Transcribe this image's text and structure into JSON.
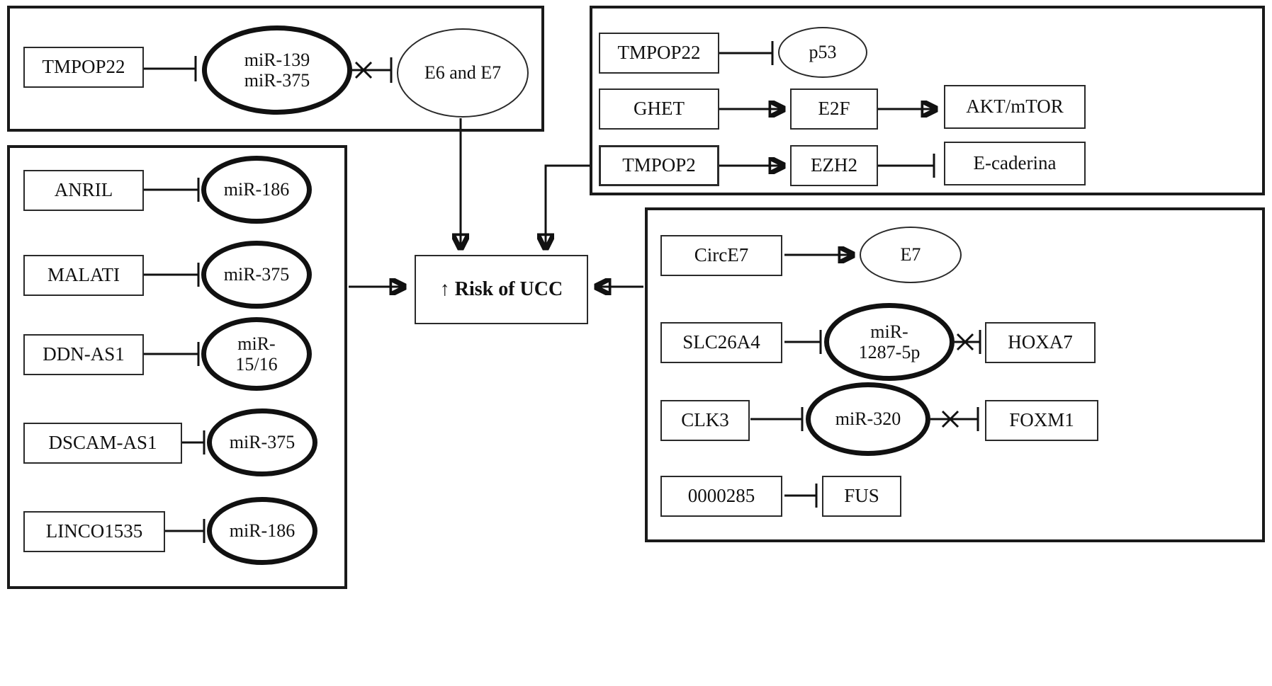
{
  "figure": {
    "ink_color": "#111111",
    "center_label": "↑ Risk of UCC",
    "top_left": {
      "source": "TMPOP22",
      "mirna": "miR-139\nmiR-375",
      "target": "E6 and E7"
    },
    "left": {
      "rows": [
        {
          "lnc": "ANRIL",
          "mir": "miR-186"
        },
        {
          "lnc": "MALATI",
          "mir": "miR-375"
        },
        {
          "lnc": "DDN-AS1",
          "mir": "miR-\n15/16"
        },
        {
          "lnc": "DSCAM-AS1",
          "mir": "miR-375"
        },
        {
          "lnc": "LINCO1535",
          "mir": "miR-186"
        }
      ]
    },
    "top_right": {
      "rows": [
        {
          "a": "TMPOP22",
          "b": "p53"
        },
        {
          "a": "GHET",
          "b": "E2F",
          "c": "AKT/mTOR"
        },
        {
          "a": "TMPOP2",
          "b": "EZH2",
          "c": "E-caderina"
        }
      ]
    },
    "bottom_right": {
      "rows": [
        {
          "a": "CircE7",
          "b": "E7"
        },
        {
          "a": "SLC26A4",
          "b": "miR-\n1287-5p",
          "c": "HOXA7"
        },
        {
          "a": "CLK3",
          "b": "miR-320",
          "c": "FOXM1"
        },
        {
          "a": "0000285",
          "b": "FUS"
        }
      ]
    }
  }
}
